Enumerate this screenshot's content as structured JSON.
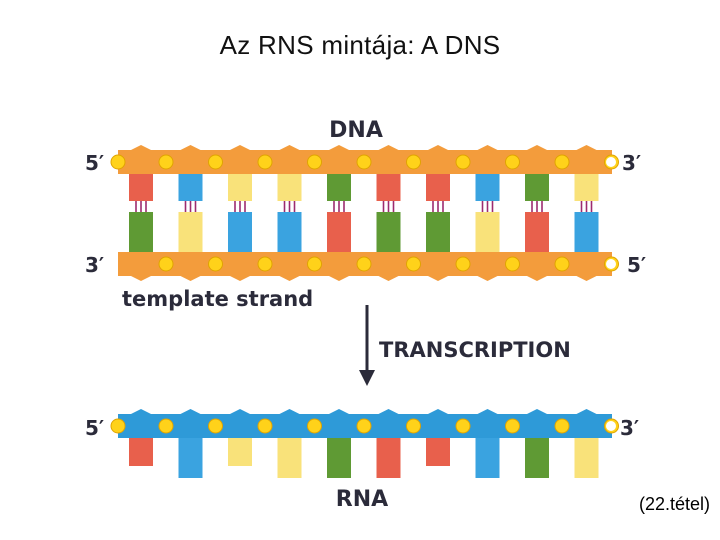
{
  "slide": {
    "title": "Az RNS mintája: A DNS",
    "footnote": "(22.tétel)"
  },
  "diagram": {
    "dna_label": "DNA",
    "rna_label": "RNA",
    "template_label": "template strand",
    "process_label": "TRANSCRIPTION",
    "dna_top_ends": {
      "left": "5′",
      "right": "3′"
    },
    "dna_bottom_ends": {
      "left": "3′",
      "right": "5′"
    },
    "rna_ends": {
      "left": "5′",
      "right": "3′"
    },
    "colors": {
      "backbone_dna": "#f39c3c",
      "backbone_rna": "#2e9ad8",
      "phosphate": "#ffd21a",
      "red": "#e8604c",
      "blue": "#3aa3e0",
      "yellow": "#f9e27a",
      "green": "#5f9a34",
      "hbond": "#9c2b6f"
    },
    "base_colors_top": [
      "red",
      "blue",
      "yellow",
      "yellow",
      "green",
      "red",
      "red",
      "blue",
      "green",
      "yellow"
    ],
    "base_colors_bottom": [
      "green",
      "yellow",
      "blue",
      "blue",
      "red",
      "green",
      "green",
      "yellow",
      "red",
      "blue"
    ],
    "base_colors_rna": [
      "red",
      "blue",
      "yellow",
      "yellow",
      "green",
      "red",
      "red",
      "blue",
      "green",
      "yellow"
    ]
  }
}
